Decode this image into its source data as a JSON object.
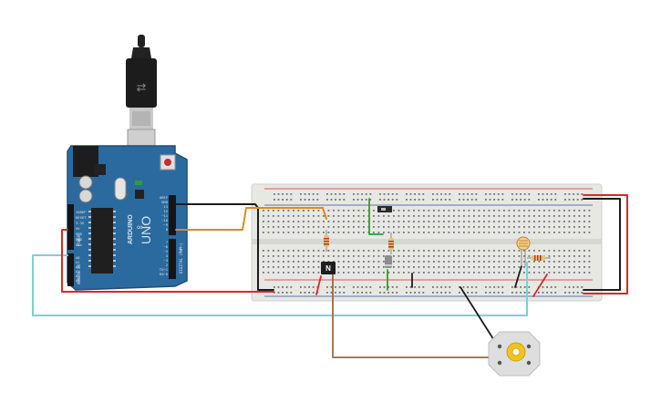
{
  "scene": {
    "board": {
      "logo_text": "ARDUINO",
      "model_text": "UNO",
      "digital_header_text": "DIGITAL (PWM~)",
      "power_header_text": "POWER",
      "analog_header_text": "ANALOG IN",
      "power_pins": [
        "IOREF",
        "RESET",
        "3.3V",
        "5V",
        "GND",
        "GND",
        "Vin"
      ],
      "analog_pins": [
        "A0",
        "A1",
        "A2",
        "A3",
        "A4",
        "A5"
      ],
      "digital_pins": [
        "AREF",
        "GND",
        "13",
        "12",
        "~11",
        "~10",
        "~9",
        "8",
        "7",
        "~6",
        "~5",
        "4",
        "~3",
        "2",
        "TX→1",
        "RX←0"
      ]
    },
    "transistor_text": "N",
    "colors": {
      "board": "#2b6a9e",
      "breadboard": "#e7e7e4",
      "wire_red": "#d62a2a",
      "wire_black": "#1c1c1c",
      "wire_orange": "#e08a1e",
      "wire_cyan": "#7ecfd6",
      "wire_green": "#2ea02e",
      "wire_brown": "#9a6a3a",
      "motor_body": "#dedede",
      "motor_hub": "#f2c21e"
    }
  }
}
